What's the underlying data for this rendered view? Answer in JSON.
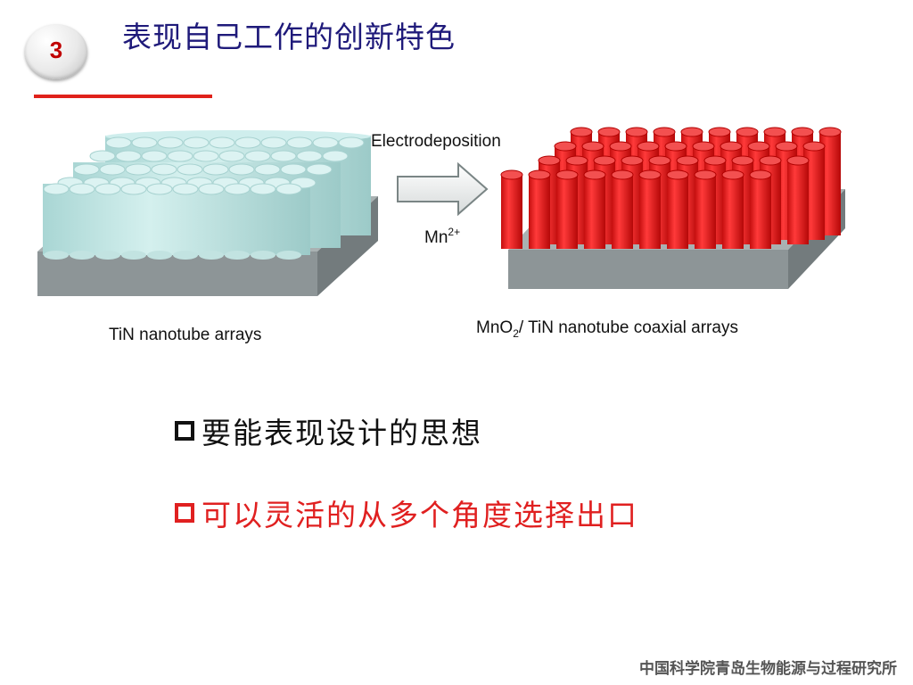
{
  "slide": {
    "number": "3",
    "title": "表现自己工作的创新特色",
    "footer": "中国科学院青岛生物能源与过程研究所"
  },
  "figure": {
    "left_caption": "TiN nanotube arrays",
    "process_label": "Electrodeposition",
    "reagent_base": "Mn",
    "reagent_charge": "2+",
    "right_caption_prefix": "MnO",
    "right_caption_sub": "2",
    "right_caption_suffix": "/ TiN nanotube coaxial arrays"
  },
  "bullets": [
    {
      "text": "要能表现设计的思想",
      "color": "#111111"
    },
    {
      "text": "可以灵活的从多个角度选择出口",
      "color": "#e02020"
    }
  ],
  "colors": {
    "title": "#1f1a7a",
    "accent_red": "#e0211a",
    "tube_blue": "#bfe6e4",
    "tube_red": "#ee1c1c",
    "substrate": "#8f9799"
  }
}
